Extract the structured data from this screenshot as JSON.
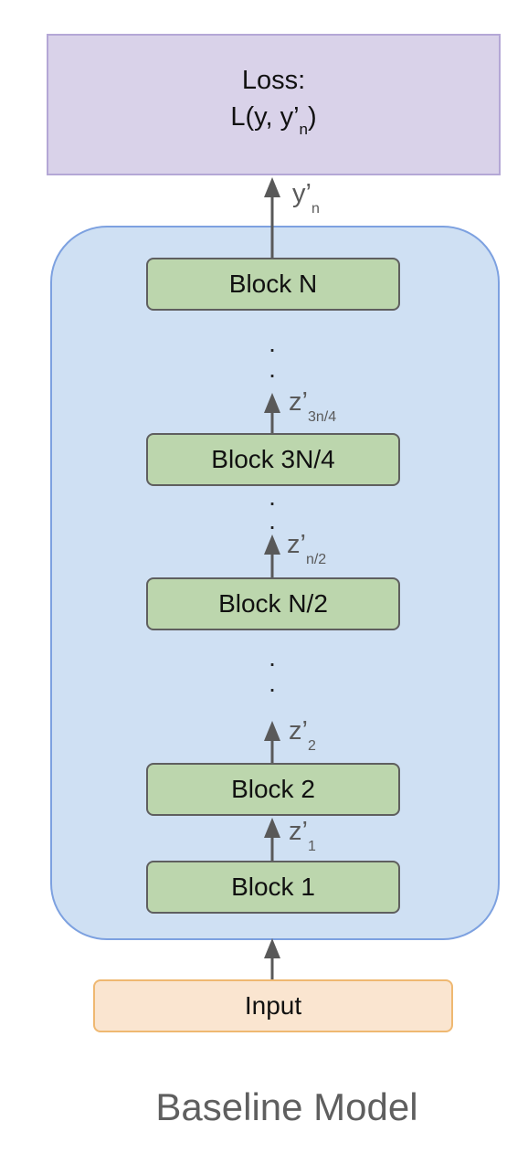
{
  "loss": {
    "line1": "Loss:",
    "line2_main": "L(y, y’",
    "line2_sub": "n",
    "line2_end": ")"
  },
  "output_label": {
    "main": "y’",
    "sub": "n"
  },
  "blocks": [
    "Block N",
    "Block 3N/4",
    "Block N/2",
    "Block 2",
    "Block 1"
  ],
  "edges": [
    {
      "main": "z’",
      "sub": "3n/4"
    },
    {
      "main": "z’",
      "sub": "n/2"
    },
    {
      "main": "z’",
      "sub": "2"
    },
    {
      "main": "z’",
      "sub": "1"
    }
  ],
  "dots": [
    ".",
    ".",
    ".",
    ".",
    ".",
    "."
  ],
  "input_label": "Input",
  "title": "Baseline Model",
  "colors": {
    "loss_fill": "#d9d2e9",
    "loss_border": "#b4a7d6",
    "model_fill": "#cfe0f3",
    "model_border": "#7da1e0",
    "block_fill": "#bcd6ad",
    "block_border": "#5f5f5f",
    "input_fill": "#fae5d0",
    "input_border": "#efb871",
    "arrow": "#595959"
  }
}
